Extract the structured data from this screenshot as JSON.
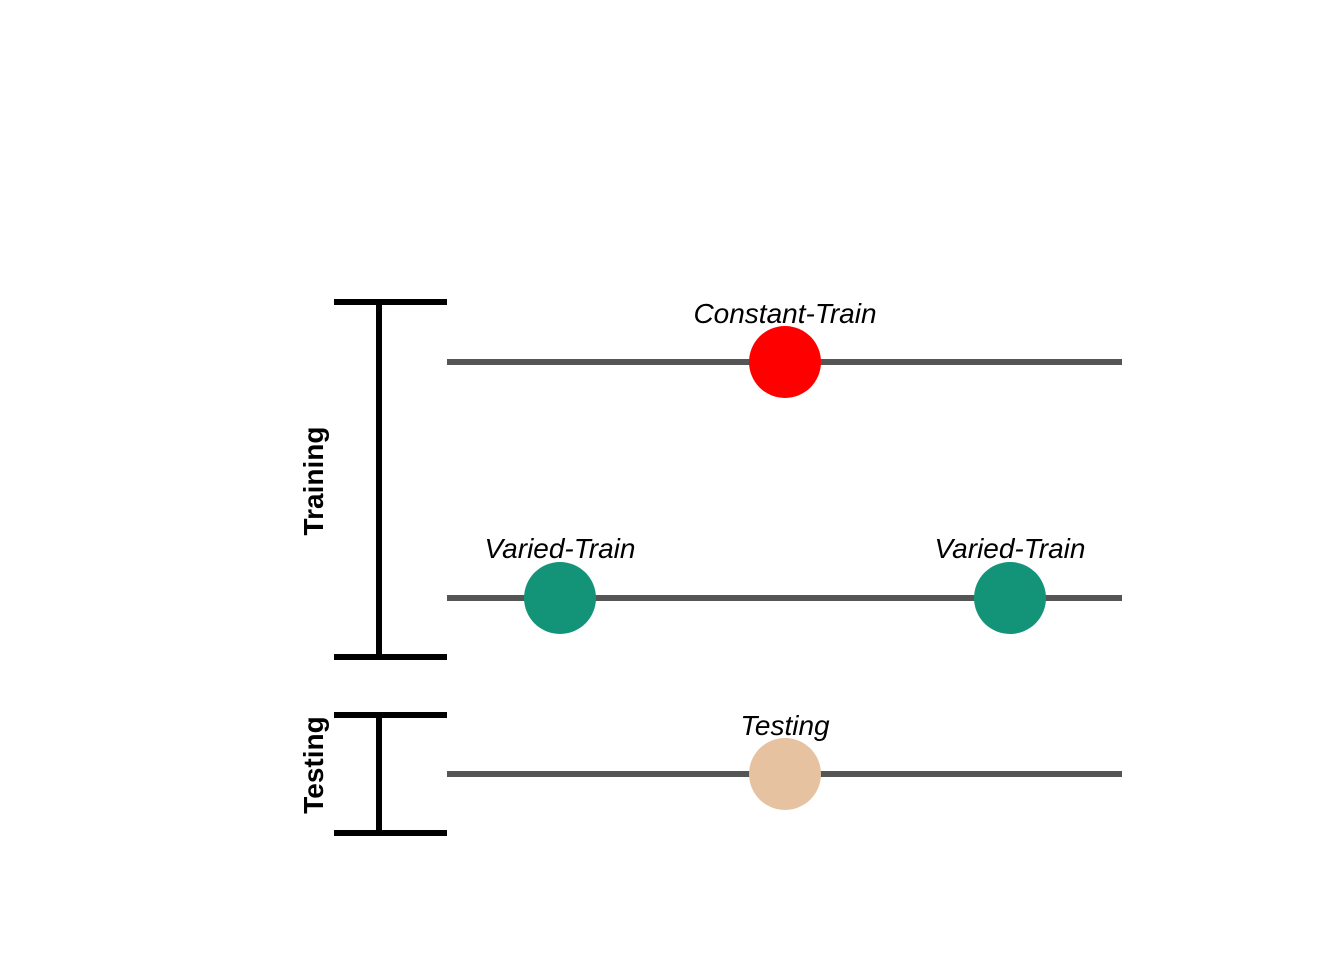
{
  "groups": [
    {
      "label": "Training"
    },
    {
      "label": "Testing"
    }
  ],
  "rows": [
    {
      "group": "Training",
      "points": [
        {
          "label": "Constant-Train",
          "color": "#ff0000"
        }
      ]
    },
    {
      "group": "Training",
      "points": [
        {
          "label": "Varied-Train",
          "color": "#139479"
        },
        {
          "label": "Varied-Train",
          "color": "#139479"
        }
      ]
    },
    {
      "group": "Testing",
      "points": [
        {
          "label": "Testing",
          "color": "#e6c2a1"
        }
      ]
    }
  ],
  "colors": {
    "line": "#555555",
    "bracket": "#000000"
  }
}
